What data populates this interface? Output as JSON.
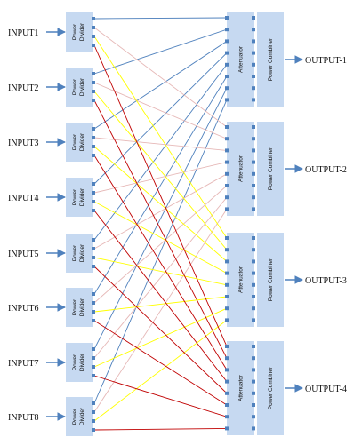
{
  "diagram": {
    "inputs": [
      "INPUT1",
      "INPUT2",
      "INPUT3",
      "INPUT4",
      "INPUT5",
      "INPUT6",
      "INPUT7",
      "INPUT8"
    ],
    "outputs": [
      "OUTPUT-1",
      "OUTPUT-2",
      "OUTPUT-3",
      "OUTPUT-4"
    ],
    "divider_label_line1": "Power",
    "divider_label_line2": "Divider",
    "attenuator_label": "Attenuator",
    "combiner_label": "Power Combiner",
    "colors": {
      "block_fill": "#c6d9f1",
      "port_fill": "#4f81bd",
      "arrow": "#4f81bd",
      "wire_blue": "#4f81bd",
      "wire_pink": "#e6b8b7",
      "wire_yellow": "#ffff00",
      "wire_red": "#c00000"
    }
  }
}
